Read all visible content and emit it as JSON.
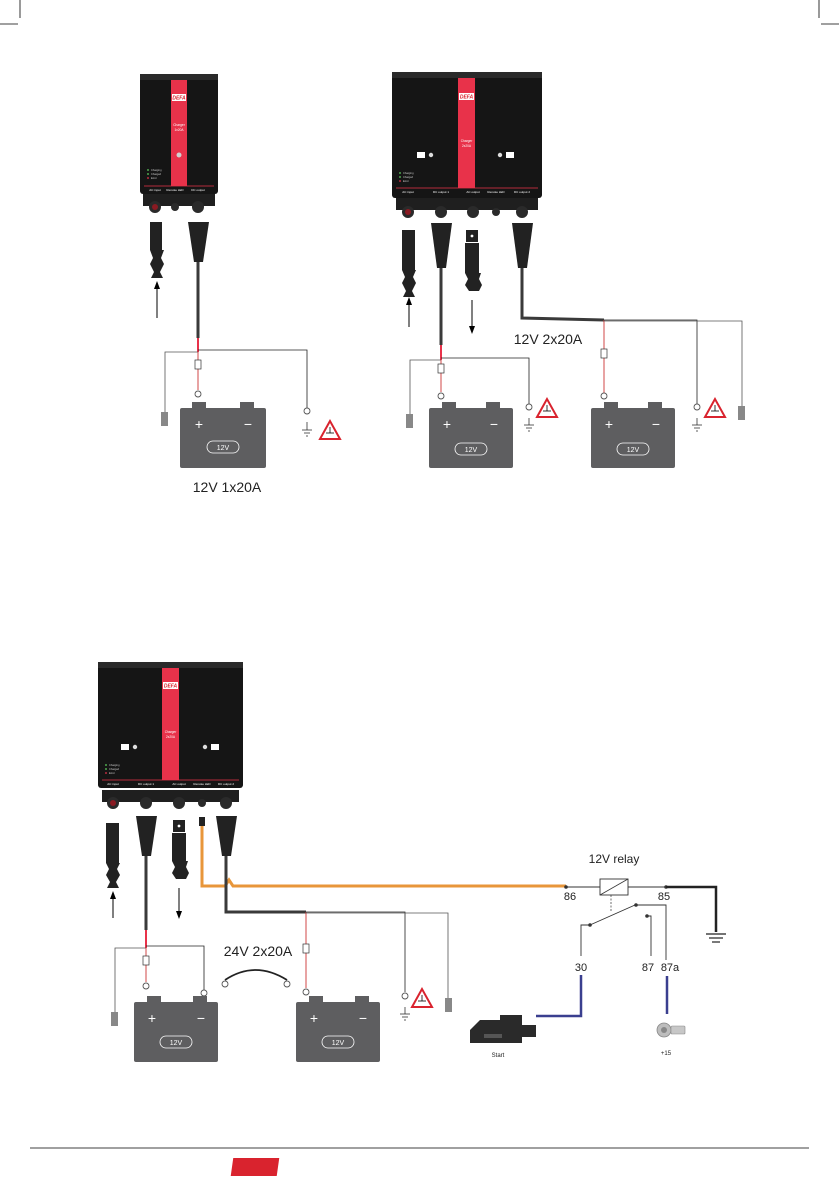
{
  "brand": "DEFA",
  "charger_label": "Charger\n2x20A",
  "charger1_label": "Charger\n1x20A",
  "led_legend": [
    "Charging",
    "Charged",
    "Error"
  ],
  "diagram1": {
    "ports": [
      "AC input",
      "Remote LED",
      "DC output"
    ],
    "caption": "12V  1x20A",
    "battery_label": "12V"
  },
  "diagram2": {
    "ports": [
      "AC input",
      "DC output 1",
      "AC output",
      "Remote LED",
      "DC output 2"
    ],
    "caption": "12V  2x20A",
    "battery_label": "12V"
  },
  "diagram3": {
    "ports": [
      "AC input",
      "DC output 1",
      "AC output",
      "Remote LED",
      "DC output 2"
    ],
    "caption": "24V  2x20A",
    "battery_label": "12V",
    "relay_title": "12V relay",
    "relay_pins": [
      "86",
      "85",
      "30",
      "87",
      "87a"
    ],
    "start_label": "Start",
    "ignition_label": "+15"
  },
  "colors": {
    "housing": "#151515",
    "stripe": "#e8324a",
    "battery": "#5e5e60",
    "orange_wire": "#e8963a",
    "blue_wire": "#3a3f8f",
    "warning": "#d9232e"
  }
}
